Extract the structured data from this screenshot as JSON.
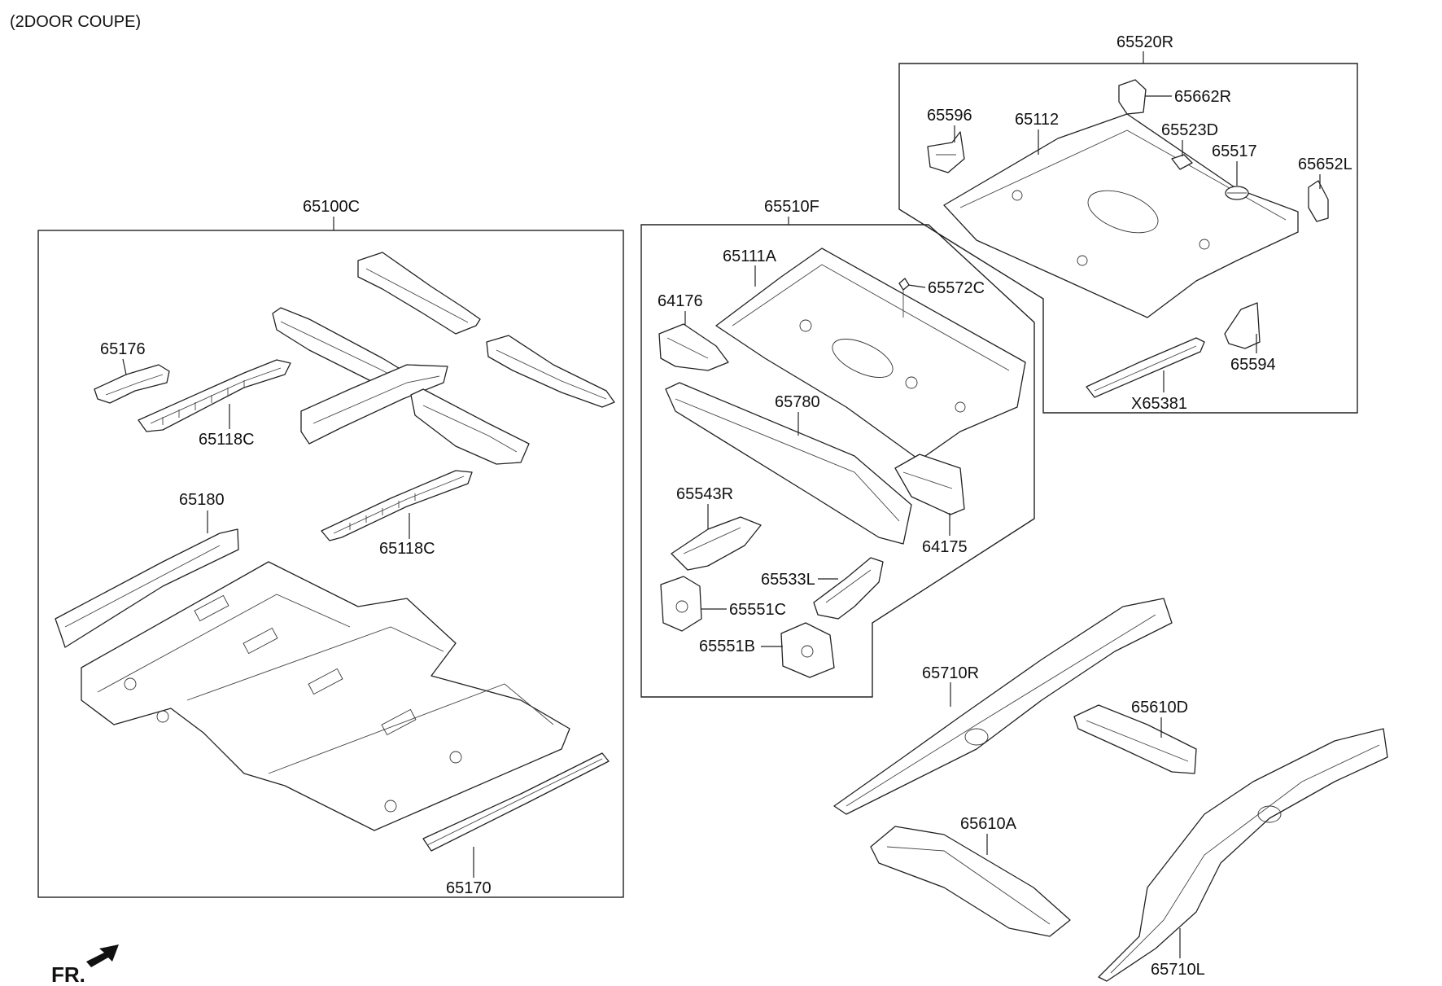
{
  "header": {
    "variant": "(2DOOR COUPE)"
  },
  "orientation": {
    "front_label": "FR."
  },
  "groups": [
    {
      "id": "65100C",
      "parts": [
        "65176",
        "65118C",
        "65118C",
        "65180",
        "65170"
      ]
    },
    {
      "id": "65510F",
      "parts": [
        "65111A",
        "64176",
        "65572C",
        "65780",
        "64175",
        "65543R",
        "65533L",
        "65551C",
        "65551B"
      ]
    },
    {
      "id": "65520R",
      "parts": [
        "65596",
        "65112",
        "65662R",
        "65523D",
        "65517",
        "65652L",
        "65594",
        "X65381"
      ]
    }
  ],
  "loose_parts": [
    "65710R",
    "65610D",
    "65610A",
    "65710L"
  ],
  "labels": {
    "g_65100C": "65100C",
    "g_65510F": "65510F",
    "g_65520R": "65520R",
    "p_65176": "65176",
    "p_65118C_a": "65118C",
    "p_65118C_b": "65118C",
    "p_65180": "65180",
    "p_65170": "65170",
    "p_65111A": "65111A",
    "p_64176": "64176",
    "p_65572C": "65572C",
    "p_65780": "65780",
    "p_64175": "64175",
    "p_65543R": "65543R",
    "p_65533L": "65533L",
    "p_65551C": "65551C",
    "p_65551B": "65551B",
    "p_65596": "65596",
    "p_65112": "65112",
    "p_65662R": "65662R",
    "p_65523D": "65523D",
    "p_65517": "65517",
    "p_65652L": "65652L",
    "p_65594": "65594",
    "p_X65381": "X65381",
    "p_65710R": "65710R",
    "p_65610D": "65610D",
    "p_65610A": "65610A",
    "p_65710L": "65710L"
  }
}
